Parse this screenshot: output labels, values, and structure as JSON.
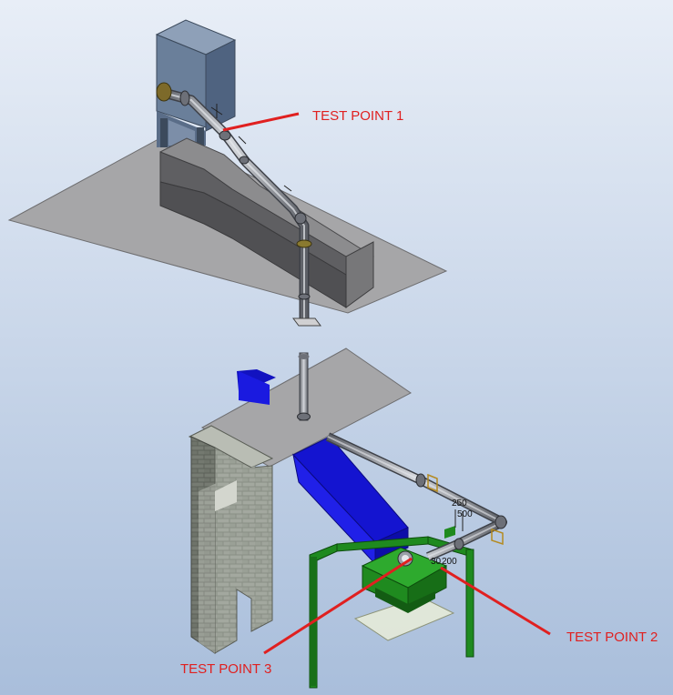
{
  "colors": {
    "background_top": "#e8eef7",
    "background_bottom": "#a9bedb",
    "annotation": "#e02020",
    "duct": "#1a1ae0",
    "frame": "#1f8a1f",
    "slab": "#a6a6a8",
    "cabinet": "#6a7f9a"
  },
  "annotations": {
    "test_point_1": "TEST POINT 1",
    "test_point_2": "TEST POINT 2",
    "test_point_3": "TEST POINT 3"
  },
  "dimensions": {
    "d1": "250",
    "d2": "500",
    "d3": "30",
    "d4": "200"
  }
}
